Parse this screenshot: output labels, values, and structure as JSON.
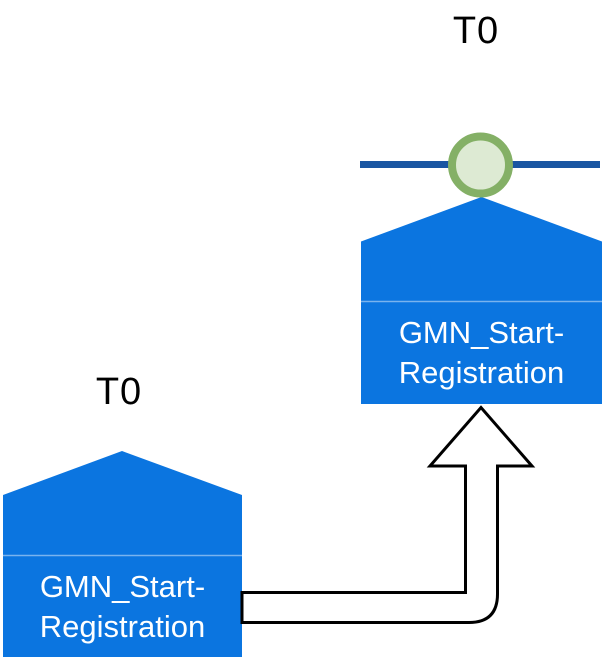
{
  "diagram": {
    "type": "process-timeline-diagram",
    "right_node": {
      "timestamp_label": "T0",
      "name_line1": "GMN_Start-",
      "name_line2": "Registration"
    },
    "left_node": {
      "timestamp_label": "T0",
      "name_line1": "GMN_Start-",
      "name_line2": "Registration"
    },
    "icons": [
      "timeline-line",
      "event-circle",
      "flow-arrow"
    ],
    "colors": {
      "node_fill": "#0b75e0",
      "node_divider": "rgba(255,255,255,0.45)",
      "timeline_line": "#1956a2",
      "event_circle_ring": "#84b066",
      "event_circle_fill": "#ddead3",
      "arrow_fill": "#ffffff",
      "arrow_outline": "#000000",
      "node_text": "#ffffff",
      "timestamp_text": "#000000",
      "background": "#ffffff"
    }
  }
}
